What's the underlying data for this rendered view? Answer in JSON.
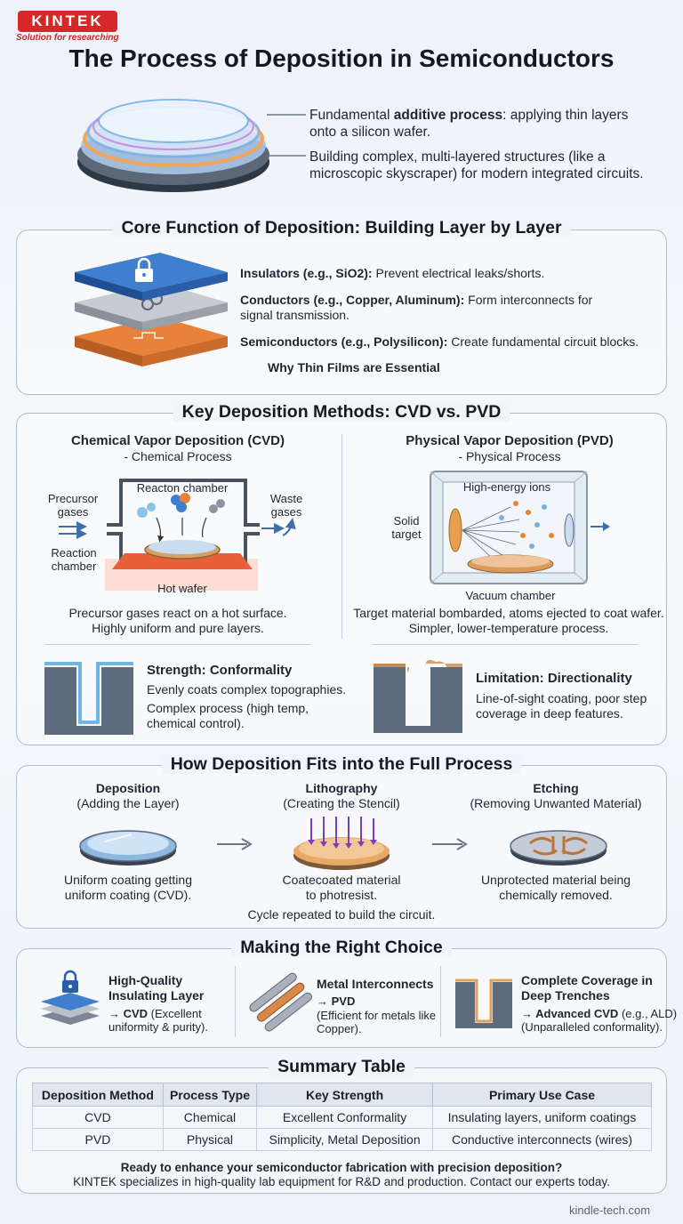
{
  "brand": {
    "name": "KINTEK",
    "tagline": "Solution for researching",
    "website": "kindle-tech.com"
  },
  "title": "The Process of Deposition in Semiconductors",
  "intro": {
    "line1_pre": "Fundamental ",
    "line1_bold": "additive process",
    "line1_post": ": applying thin layers",
    "line1_cont": "onto a silicon wafer.",
    "line2a": "Building complex, multi-layered structures (like a",
    "line2b": "microscopic skyscraper) for modern integrated circuits."
  },
  "core": {
    "title": "Core Function of Deposition: Building Layer by Layer",
    "insulators_bold": "Insulators (e.g., SiO2):",
    "insulators_text": " Prevent electrical leaks/shorts.",
    "conductors_bold": "Conductors (e.g., Copper, Aluminum):",
    "conductors_text": " Form interconnects for",
    "conductors_text2": "signal transmission.",
    "semis_bold": "Semiconductors (e.g., Polysilicon):",
    "semis_text": " Create fundamental circuit blocks.",
    "why": "Why Thin Films are Essential"
  },
  "methods": {
    "title": "Key Deposition Methods: CVD vs. PVD",
    "cvd": {
      "name": "Chemical Vapor Deposition (CVD)",
      "sub": "- Chemical Process",
      "label_chamber_top": "Reacton chamber",
      "label_precursor": "Precursor\ngases",
      "label_waste": "Waste\ngases",
      "label_reaction": "Reaction\nchamber",
      "label_hot": "Hot wafer",
      "desc1": "Precursor gases react on a hot surface.",
      "desc2": "Highly uniform and pure layers.",
      "strength": "Strength: Conformality",
      "strength1": "Evenly coats complex topographies.",
      "strength2": "Complex process (high temp,",
      "strength3": "chemical control)."
    },
    "pvd": {
      "name": "Physical Vapor Deposition (PVD)",
      "sub": "- Physical Process",
      "label_ions": "High-energy ions",
      "label_target": "Solid\ntarget",
      "label_vacuum": "Vacuum chamber",
      "desc1": "Target material bombarded, atoms ejected to coat wafer.",
      "desc2": "Simpler, lower-temperature process.",
      "limitation": "Limitation: Directionality",
      "lim1": "Line-of-sight coating, poor step",
      "lim2": "coverage in deep features."
    }
  },
  "process": {
    "title": "How Deposition Fits into the Full Process",
    "steps": [
      {
        "name": "Deposition",
        "sub": "(Adding the Layer)",
        "desc1": "Uniform coating getting",
        "desc2": "uniform coating (CVD)."
      },
      {
        "name": "Lithography",
        "sub": "(Creating the Stencil)",
        "desc1": "Coatecoated material",
        "desc2": "to photresist."
      },
      {
        "name": "Etching",
        "sub": "(Removing Unwanted Material)",
        "desc1": "Unprotected material being",
        "desc2": "chemically removed."
      }
    ],
    "cycle": "Cycle repeated to build the circuit."
  },
  "choice": {
    "title": "Making the Right Choice",
    "items": [
      {
        "title1": "High-Quality",
        "title2": "Insulating Layer",
        "rec_bold": "→ CVD",
        "rec": " (Excellent",
        "rec2": "uniformity & purity)."
      },
      {
        "title1": "Metal Interconnects",
        "rec_bold": "→ PVD",
        "rec": "(Efficient for metals like",
        "rec2": "Copper)."
      },
      {
        "title1": "Complete Coverage in",
        "title2": "Deep Trenches",
        "rec_bold": "→ Advanced CVD",
        "rec": " (e.g., ALD)",
        "rec2": "(Unparalleled conformality)."
      }
    ]
  },
  "summary": {
    "title": "Summary Table",
    "headers": [
      "Deposition Method",
      "Process Type",
      "Key Strength",
      "Primary Use Case"
    ],
    "rows": [
      [
        "CVD",
        "Chemical",
        "Excellent Conformality",
        "Insulating layers, uniform coatings"
      ],
      [
        "PVD",
        "Physical",
        "Simplicity, Metal Deposition",
        "Conductive interconnects (wires)"
      ]
    ],
    "cta1": "Ready to enhance your semiconductor fabrication with precision deposition?",
    "cta2": "KINTEK specializes in high-quality lab equipment for R&D and production. Contact our experts today."
  },
  "colors": {
    "brand_red": "#d62828",
    "insulator_blue": "#2f6fc4",
    "conductor_gray": "#b9bfc8",
    "semi_orange": "#e8823a",
    "border": "#aebccb"
  }
}
